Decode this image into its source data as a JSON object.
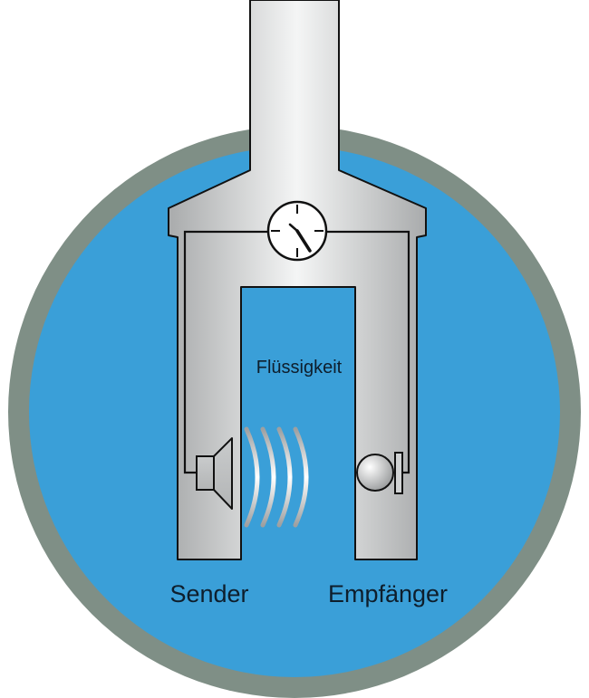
{
  "labels": {
    "liquid": "Flüssigkeit",
    "sender": "Sender",
    "receiver": "Empfänger"
  },
  "icons": {
    "clock": "clock-icon",
    "speaker": "speaker-icon",
    "microphone": "microphone-icon"
  },
  "colors": {
    "vessel_wall": "#7f8f86",
    "liquid": "#3a9fd8",
    "metal_light": "#f2f3f3",
    "metal_dark": "#a3a5a6",
    "outline": "#111111",
    "text": "#0e1e2c"
  }
}
